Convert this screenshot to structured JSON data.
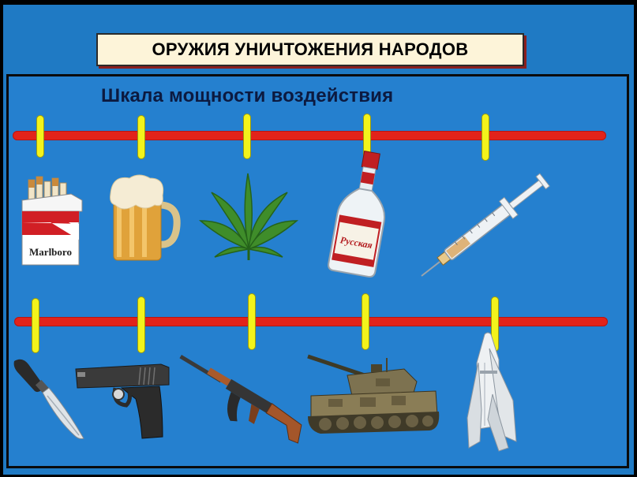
{
  "header": {
    "title": "ОРУЖИЯ УНИЧТОЖЕНИЯ НАРОДОВ"
  },
  "subtitle": "Шкала мощности воздействия",
  "row1": {
    "items": [
      {
        "icon": "cigarette-pack-icon",
        "brand": "Marlboro"
      },
      {
        "icon": "beer-mug-icon"
      },
      {
        "icon": "cannabis-leaf-icon"
      },
      {
        "icon": "vodka-bottle-icon",
        "label": "Русская"
      },
      {
        "icon": "syringe-icon"
      }
    ]
  },
  "row2": {
    "items": [
      {
        "icon": "knife-icon"
      },
      {
        "icon": "pistol-icon"
      },
      {
        "icon": "assault-rifle-icon"
      },
      {
        "icon": "tank-icon"
      },
      {
        "icon": "rocket-icon"
      }
    ]
  },
  "colors": {
    "background": "#2580cf",
    "scale_line": "#e2231a",
    "tick": "#f3f31b",
    "title_box": "#fdf4d9"
  }
}
